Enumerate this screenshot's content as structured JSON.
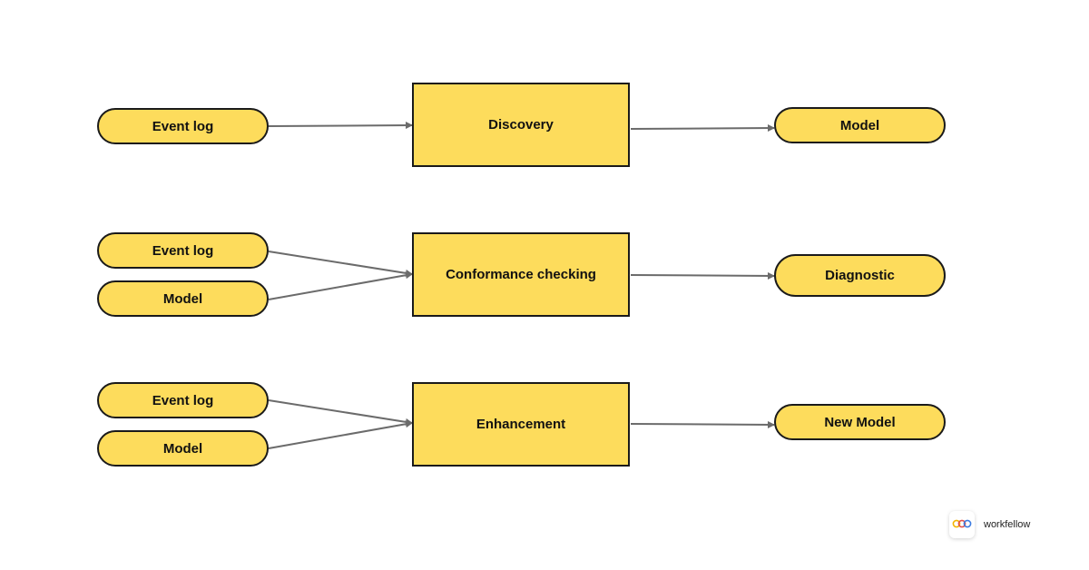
{
  "colors": {
    "node_fill": "#fddc5c",
    "node_border": "#1a1a1a",
    "arrow": "#6b6b6b"
  },
  "rows": [
    {
      "inputs": [
        "Event log"
      ],
      "process": "Discovery",
      "output": "Model"
    },
    {
      "inputs": [
        "Event log",
        "Model"
      ],
      "process": "Conformance checking",
      "output": "Diagnostic"
    },
    {
      "inputs": [
        "Event log",
        "Model"
      ],
      "process": "Enhancement",
      "output": "New Model"
    }
  ],
  "brand": {
    "name": "workfellow",
    "icon": "workfellow-logo-icon"
  }
}
